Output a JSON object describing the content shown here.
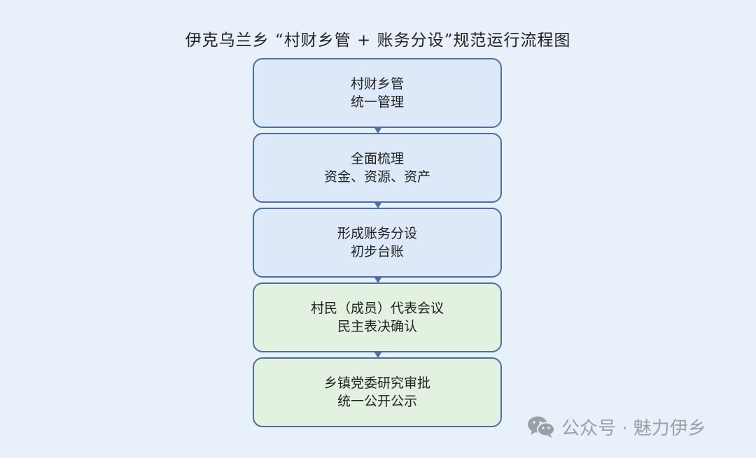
{
  "title": "伊克乌兰乡 “村财乡管 + 账务分设”规范运行流程图",
  "steps": [
    {
      "line1": "村财乡管",
      "line2": "统一管理",
      "color": "#dde9f8"
    },
    {
      "line1": "全面梳理",
      "line2": "资金、资源、资产",
      "color": "#dde9f8"
    },
    {
      "line1": "形成账务分设",
      "line2": "初步台账",
      "color": "#dde9f8"
    },
    {
      "line1": "村民（成员）代表会议",
      "line2": "民主表决确认",
      "color": "#e3f1e1"
    },
    {
      "line1": "乡镇党委研究审批",
      "line2": "统一公开公示",
      "color": "#e3f1e1"
    }
  ],
  "watermark": {
    "text": "公众号 · 魅力伊乡",
    "icon": "wechat-icon"
  }
}
